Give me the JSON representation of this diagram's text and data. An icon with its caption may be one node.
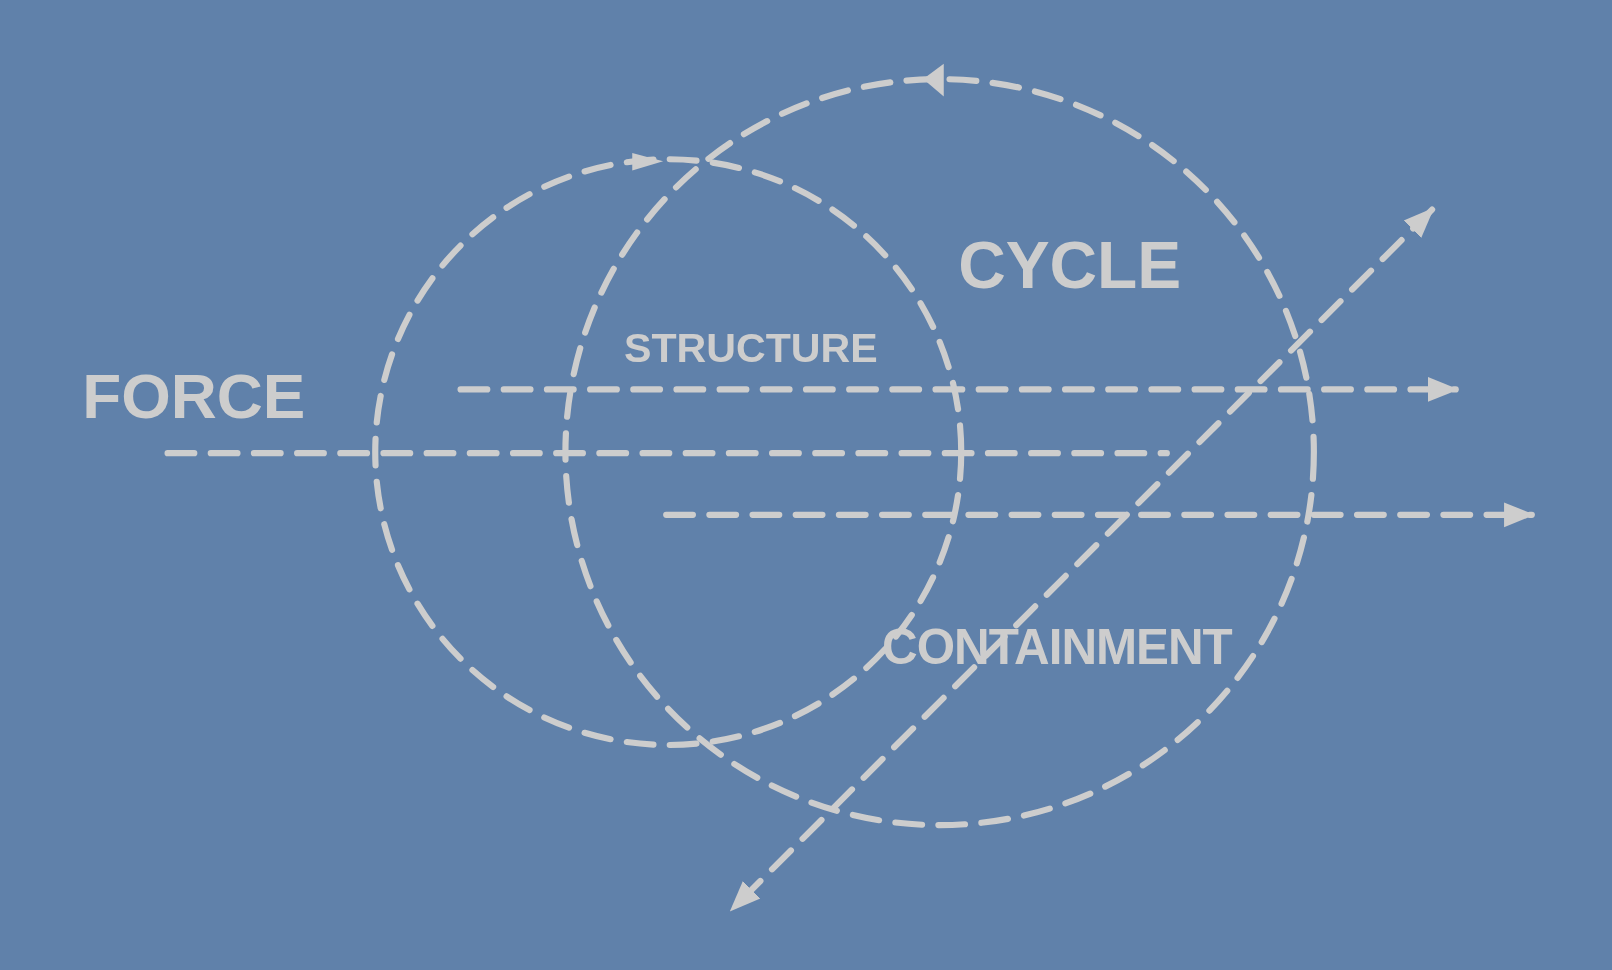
{
  "diagram": {
    "labels": [
      "CYCLE",
      "STRUCTURE",
      "FORCE",
      "CONTAINMENT"
    ]
  }
}
